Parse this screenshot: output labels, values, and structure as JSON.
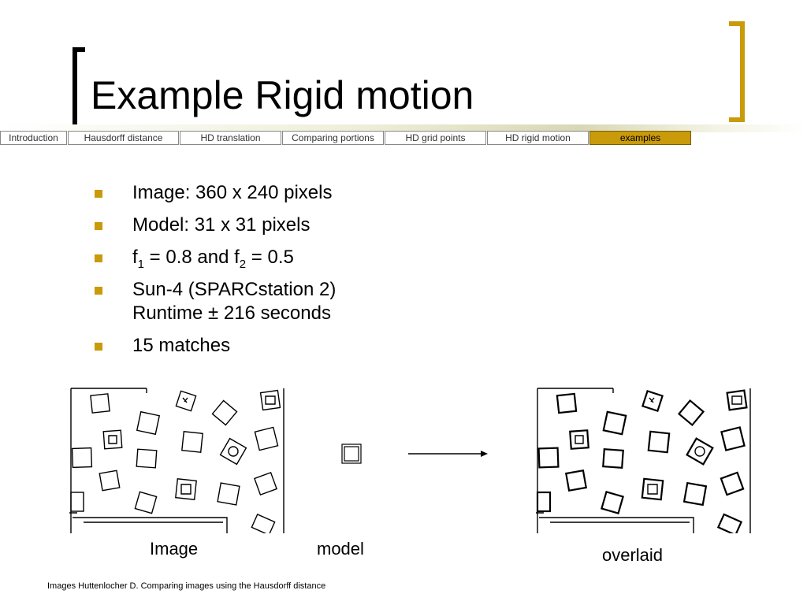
{
  "slide": {
    "title": "Example Rigid motion"
  },
  "nav": {
    "tabs": [
      {
        "label": "Introduction"
      },
      {
        "label": "Hausdorff distance"
      },
      {
        "label": "HD translation"
      },
      {
        "label": "Comparing portions"
      },
      {
        "label": "HD grid points"
      },
      {
        "label": "HD rigid motion"
      },
      {
        "label": "examples"
      }
    ],
    "active_tab": "examples"
  },
  "bullets": {
    "b1": "Image: 360 x 240 pixels",
    "b2": "Model: 31 x 31 pixels",
    "b3": {
      "p1": "f",
      "s1": "1",
      "p2": " = 0.8 and f",
      "s2": "2",
      "p3": " = 0.5"
    },
    "b4": {
      "line1": "Sun-4 (SPARCstation 2)",
      "line2": "Runtime ± 216 seconds"
    },
    "b5": "15 matches"
  },
  "figures": {
    "image_caption": "Image",
    "model_caption": "model",
    "overlay_caption": "overlaid"
  },
  "footnote": "Images Huttenlocher D. Comparing images using the Hausdorff distance",
  "colors": {
    "accent": "#c99a0a",
    "text": "#000000"
  }
}
